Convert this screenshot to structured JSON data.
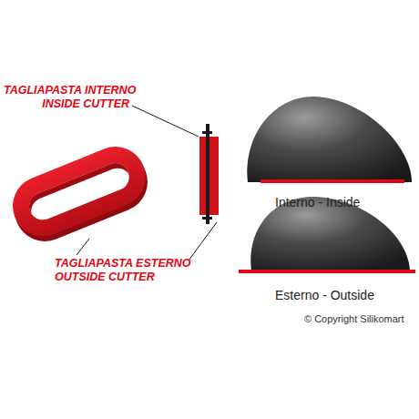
{
  "diagram": {
    "labels": [
      "TAGLIAPASTA INTERNO",
      "INSIDE CUTTER",
      "TAGLIAPASTA ESTERNO",
      "OUTSIDE CUTTER",
      "Interno - Inside",
      "Esterno - Outside",
      "© Copyright Silikomart"
    ]
  }
}
